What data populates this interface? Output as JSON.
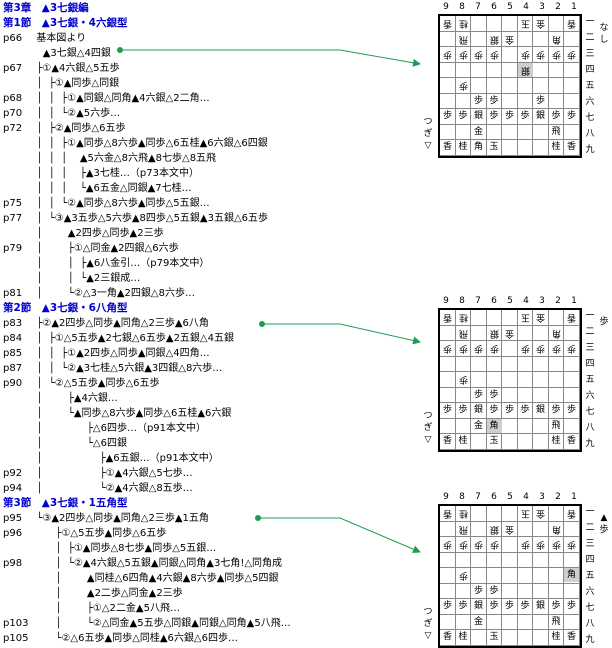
{
  "lines": [
    {
      "type": "hdr",
      "text": "第3章　▲3七銀編"
    },
    {
      "type": "hdr",
      "text": "第1節　▲3七銀・4六銀型"
    },
    {
      "page": "p66",
      "text": "  基本図より"
    },
    {
      "page": "",
      "text": "    ▲3七銀△4四銀"
    },
    {
      "page": "p67",
      "text": "  ├①▲4六銀△5五歩"
    },
    {
      "page": "",
      "text": "  │  ├①▲同歩△同銀"
    },
    {
      "page": "p68",
      "text": "  │  │  ├①▲同銀△同角▲4六銀△2二角…"
    },
    {
      "page": "p70",
      "text": "  │  │  └②▲5六歩…"
    },
    {
      "page": "p72",
      "text": "  │  ├②▲同歩△6五歩"
    },
    {
      "page": "",
      "text": "  │  │  ├①▲同歩△8六歩▲同歩△6五桂▲6六銀△6四銀"
    },
    {
      "page": "",
      "text": "  │  │  │    ▲5六金△8六飛▲8七歩△8五飛"
    },
    {
      "page": "",
      "text": "  │  │  │    ├▲3七桂…（p73本文中）"
    },
    {
      "page": "",
      "text": "  │  │  │    └▲6五金△同銀▲7七桂…"
    },
    {
      "page": "p75",
      "text": "  │  │  └②▲同歩△8六歩▲同歩△5五銀…"
    },
    {
      "page": "p77",
      "text": "  │  └③▲3五歩△5六歩▲8四歩△5五銀▲3五銀△6五歩"
    },
    {
      "page": "",
      "text": "  │        ▲2四歩△同歩▲2三歩"
    },
    {
      "page": "p79",
      "text": "  │        ├①△同金▲2四銀△6六歩"
    },
    {
      "page": "",
      "text": "  │        │  ├▲6八金引…（p79本文中）"
    },
    {
      "page": "",
      "text": "  │        │  └▲2三銀成…"
    },
    {
      "page": "p81",
      "text": "  │        └②△3一角▲2四銀△8六歩…"
    },
    {
      "type": "hdr",
      "text": "第2節　▲3七銀・6八角型"
    },
    {
      "page": "p83",
      "text": "  ├②▲2四歩△同歩▲同角△2三歩▲6八角"
    },
    {
      "page": "p84",
      "text": "  │  ├①△5五歩▲2七銀△6五歩▲2五銀△4五銀"
    },
    {
      "page": "p85",
      "text": "  │  │  ├①▲2四歩△同歩▲同銀△4四角…"
    },
    {
      "page": "p87",
      "text": "  │  │  └②▲3七桂△5六銀▲3四銀△8六歩…"
    },
    {
      "page": "p90",
      "text": "  │  └②△5五歩▲同歩△6五歩"
    },
    {
      "page": "",
      "text": "  │        ├▲4六銀…"
    },
    {
      "page": "",
      "text": "  │        └▲同歩△8六歩▲同歩△6五桂▲6六銀"
    },
    {
      "page": "",
      "text": "  │              ├△6四歩…（p91本文中）"
    },
    {
      "page": "",
      "text": "  │              └△6四銀"
    },
    {
      "page": "",
      "text": "  │                  ├▲6五銀…（p91本文中）"
    },
    {
      "page": "p92",
      "text": "  │                  ├①▲4六銀△5七歩…"
    },
    {
      "page": "p94",
      "text": "  │                  └②▲4六銀△8五歩…"
    },
    {
      "type": "hdr",
      "text": "第3節　▲3七銀・1五角型"
    },
    {
      "page": "p95",
      "text": "  └③▲2四歩△同歩▲同角△2三歩▲1五角"
    },
    {
      "page": "p96",
      "text": "        ├①△5五歩▲同歩△6五歩"
    },
    {
      "page": "",
      "text": "        │  ├①▲同歩△8七歩▲同歩△5五銀…"
    },
    {
      "page": "p98",
      "text": "        │  └②▲4六銀△5五銀▲同銀△同角▲3七角!△同角成"
    },
    {
      "page": "",
      "text": "        │        ▲同桂△6四角▲4六銀▲8六歩▲同歩△5四銀"
    },
    {
      "page": "",
      "text": "        │        ▲2二歩△同金▲2三歩"
    },
    {
      "page": "",
      "text": "        │        ├①△2二金▲5八飛…"
    },
    {
      "page": "p103",
      "text": "        │        └②△同金▲5五歩△同銀▲同銀△同角▲5八飛…"
    },
    {
      "page": "p105",
      "text": "        └②△6五歩▲同歩△同桂▲6六銀△6四歩…"
    }
  ],
  "boards": [
    {
      "files": [
        "9",
        "8",
        "7",
        "6",
        "5",
        "4",
        "3",
        "2",
        "1"
      ],
      "ranks": [
        "一",
        "二",
        "三",
        "四",
        "五",
        "六",
        "七",
        "八",
        "九"
      ],
      "gote_hand": [
        "な",
        "し"
      ],
      "sente_hand": [
        "つ",
        "ぎ",
        "▽"
      ],
      "pieces": [
        {
          "c": 9,
          "r": 1,
          "t": "香",
          "g": true
        },
        {
          "c": 8,
          "r": 1,
          "t": "桂",
          "g": true
        },
        {
          "c": 4,
          "r": 1,
          "t": "玉",
          "g": true
        },
        {
          "c": 3,
          "r": 1,
          "t": "金",
          "g": true
        },
        {
          "c": 1,
          "r": 1,
          "t": "香",
          "g": true
        },
        {
          "c": 8,
          "r": 2,
          "t": "飛",
          "g": true
        },
        {
          "c": 6,
          "r": 2,
          "t": "銀",
          "g": true
        },
        {
          "c": 5,
          "r": 2,
          "t": "金",
          "g": true
        },
        {
          "c": 2,
          "r": 2,
          "t": "角",
          "g": true
        },
        {
          "c": 9,
          "r": 3,
          "t": "歩",
          "g": true
        },
        {
          "c": 8,
          "r": 3,
          "t": "歩",
          "g": true
        },
        {
          "c": 7,
          "r": 3,
          "t": "歩",
          "g": true
        },
        {
          "c": 6,
          "r": 3,
          "t": "歩",
          "g": true
        },
        {
          "c": 4,
          "r": 3,
          "t": "歩",
          "g": true
        },
        {
          "c": 3,
          "r": 3,
          "t": "歩",
          "g": true
        },
        {
          "c": 2,
          "r": 3,
          "t": "歩",
          "g": true
        },
        {
          "c": 1,
          "r": 3,
          "t": "歩",
          "g": true
        },
        {
          "c": 4,
          "r": 4,
          "t": "銀",
          "g": true,
          "hl": true
        },
        {
          "c": 8,
          "r": 5,
          "t": "歩",
          "g": true
        },
        {
          "c": 7,
          "r": 6,
          "t": "歩",
          "g": false
        },
        {
          "c": 6,
          "r": 6,
          "t": "歩",
          "g": false
        },
        {
          "c": 3,
          "r": 6,
          "t": "歩",
          "g": false
        },
        {
          "c": 9,
          "r": 7,
          "t": "歩",
          "g": false
        },
        {
          "c": 8,
          "r": 7,
          "t": "歩",
          "g": false
        },
        {
          "c": 7,
          "r": 7,
          "t": "銀",
          "g": false
        },
        {
          "c": 6,
          "r": 7,
          "t": "歩",
          "g": false
        },
        {
          "c": 5,
          "r": 7,
          "t": "歩",
          "g": false
        },
        {
          "c": 4,
          "r": 7,
          "t": "歩",
          "g": false
        },
        {
          "c": 3,
          "r": 7,
          "t": "銀",
          "g": false
        },
        {
          "c": 2,
          "r": 7,
          "t": "歩",
          "g": false
        },
        {
          "c": 1,
          "r": 7,
          "t": "歩",
          "g": false
        },
        {
          "c": 7,
          "r": 8,
          "t": "金",
          "g": false
        },
        {
          "c": 2,
          "r": 8,
          "t": "飛",
          "g": false
        },
        {
          "c": 9,
          "r": 9,
          "t": "香",
          "g": false
        },
        {
          "c": 8,
          "r": 9,
          "t": "桂",
          "g": false
        },
        {
          "c": 7,
          "r": 9,
          "t": "角",
          "g": false
        },
        {
          "c": 6,
          "r": 9,
          "t": "玉",
          "g": false
        },
        {
          "c": 2,
          "r": 9,
          "t": "桂",
          "g": false
        },
        {
          "c": 1,
          "r": 9,
          "t": "香",
          "g": false
        }
      ]
    },
    {
      "files": [
        "9",
        "8",
        "7",
        "6",
        "5",
        "4",
        "3",
        "2",
        "1"
      ],
      "ranks": [
        "一",
        "二",
        "三",
        "四",
        "五",
        "六",
        "七",
        "八",
        "九"
      ],
      "gote_hand": [
        "歩"
      ],
      "sente_hand": [
        "つ",
        "ぎ",
        "▽"
      ],
      "pieces": [
        {
          "c": 9,
          "r": 1,
          "t": "香",
          "g": true
        },
        {
          "c": 8,
          "r": 1,
          "t": "桂",
          "g": true
        },
        {
          "c": 4,
          "r": 1,
          "t": "玉",
          "g": true
        },
        {
          "c": 3,
          "r": 1,
          "t": "金",
          "g": true
        },
        {
          "c": 1,
          "r": 1,
          "t": "香",
          "g": true
        },
        {
          "c": 8,
          "r": 2,
          "t": "飛",
          "g": true
        },
        {
          "c": 6,
          "r": 2,
          "t": "銀",
          "g": true
        },
        {
          "c": 5,
          "r": 2,
          "t": "金",
          "g": true
        },
        {
          "c": 2,
          "r": 2,
          "t": "角",
          "g": true
        },
        {
          "c": 9,
          "r": 3,
          "t": "歩",
          "g": true
        },
        {
          "c": 8,
          "r": 3,
          "t": "歩",
          "g": true
        },
        {
          "c": 7,
          "r": 3,
          "t": "歩",
          "g": true
        },
        {
          "c": 6,
          "r": 3,
          "t": "歩",
          "g": true
        },
        {
          "c": 4,
          "r": 3,
          "t": "歩",
          "g": true
        },
        {
          "c": 3,
          "r": 3,
          "t": "歩",
          "g": true
        },
        {
          "c": 2,
          "r": 3,
          "t": "歩",
          "g": true
        },
        {
          "c": 1,
          "r": 3,
          "t": "歩",
          "g": true
        },
        {
          "c": 8,
          "r": 5,
          "t": "歩",
          "g": true
        },
        {
          "c": 7,
          "r": 6,
          "t": "歩",
          "g": false
        },
        {
          "c": 6,
          "r": 6,
          "t": "歩",
          "g": false
        },
        {
          "c": 9,
          "r": 7,
          "t": "歩",
          "g": false
        },
        {
          "c": 8,
          "r": 7,
          "t": "歩",
          "g": false
        },
        {
          "c": 7,
          "r": 7,
          "t": "銀",
          "g": false
        },
        {
          "c": 6,
          "r": 7,
          "t": "歩",
          "g": false
        },
        {
          "c": 5,
          "r": 7,
          "t": "歩",
          "g": false
        },
        {
          "c": 4,
          "r": 7,
          "t": "歩",
          "g": false
        },
        {
          "c": 3,
          "r": 7,
          "t": "銀",
          "g": false
        },
        {
          "c": 2,
          "r": 7,
          "t": "歩",
          "g": false
        },
        {
          "c": 1,
          "r": 7,
          "t": "歩",
          "g": false
        },
        {
          "c": 6,
          "r": 8,
          "t": "角",
          "g": false,
          "hl": true
        },
        {
          "c": 7,
          "r": 8,
          "t": "金",
          "g": false
        },
        {
          "c": 2,
          "r": 8,
          "t": "飛",
          "g": false
        },
        {
          "c": 9,
          "r": 9,
          "t": "香",
          "g": false
        },
        {
          "c": 8,
          "r": 9,
          "t": "桂",
          "g": false
        },
        {
          "c": 6,
          "r": 9,
          "t": "玉",
          "g": false
        },
        {
          "c": 2,
          "r": 9,
          "t": "桂",
          "g": false
        },
        {
          "c": 1,
          "r": 9,
          "t": "香",
          "g": false
        }
      ]
    },
    {
      "files": [
        "9",
        "8",
        "7",
        "6",
        "5",
        "4",
        "3",
        "2",
        "1"
      ],
      "ranks": [
        "一",
        "二",
        "三",
        "四",
        "五",
        "六",
        "七",
        "八",
        "九"
      ],
      "gote_hand": [
        "▲",
        "歩"
      ],
      "sente_hand": [
        "つ",
        "ぎ",
        "▽"
      ],
      "pieces": [
        {
          "c": 9,
          "r": 1,
          "t": "香",
          "g": true
        },
        {
          "c": 8,
          "r": 1,
          "t": "桂",
          "g": true
        },
        {
          "c": 4,
          "r": 1,
          "t": "玉",
          "g": true
        },
        {
          "c": 3,
          "r": 1,
          "t": "金",
          "g": true
        },
        {
          "c": 1,
          "r": 1,
          "t": "香",
          "g": true
        },
        {
          "c": 8,
          "r": 2,
          "t": "飛",
          "g": true
        },
        {
          "c": 6,
          "r": 2,
          "t": "銀",
          "g": true
        },
        {
          "c": 5,
          "r": 2,
          "t": "金",
          "g": true
        },
        {
          "c": 2,
          "r": 2,
          "t": "角",
          "g": true
        },
        {
          "c": 9,
          "r": 3,
          "t": "歩",
          "g": true
        },
        {
          "c": 8,
          "r": 3,
          "t": "歩",
          "g": true
        },
        {
          "c": 7,
          "r": 3,
          "t": "歩",
          "g": true
        },
        {
          "c": 6,
          "r": 3,
          "t": "歩",
          "g": true
        },
        {
          "c": 4,
          "r": 3,
          "t": "歩",
          "g": true
        },
        {
          "c": 3,
          "r": 3,
          "t": "歩",
          "g": true
        },
        {
          "c": 2,
          "r": 3,
          "t": "歩",
          "g": true
        },
        {
          "c": 1,
          "r": 3,
          "t": "歩",
          "g": true
        },
        {
          "c": 8,
          "r": 5,
          "t": "歩",
          "g": true
        },
        {
          "c": 1,
          "r": 5,
          "t": "角",
          "g": false,
          "hl": true
        },
        {
          "c": 7,
          "r": 6,
          "t": "歩",
          "g": false
        },
        {
          "c": 6,
          "r": 6,
          "t": "歩",
          "g": false
        },
        {
          "c": 9,
          "r": 7,
          "t": "歩",
          "g": false
        },
        {
          "c": 8,
          "r": 7,
          "t": "歩",
          "g": false
        },
        {
          "c": 7,
          "r": 7,
          "t": "銀",
          "g": false
        },
        {
          "c": 6,
          "r": 7,
          "t": "歩",
          "g": false
        },
        {
          "c": 5,
          "r": 7,
          "t": "歩",
          "g": false
        },
        {
          "c": 4,
          "r": 7,
          "t": "歩",
          "g": false
        },
        {
          "c": 3,
          "r": 7,
          "t": "銀",
          "g": false
        },
        {
          "c": 2,
          "r": 7,
          "t": "歩",
          "g": false
        },
        {
          "c": 1,
          "r": 7,
          "t": "歩",
          "g": false
        },
        {
          "c": 7,
          "r": 8,
          "t": "金",
          "g": false
        },
        {
          "c": 2,
          "r": 8,
          "t": "飛",
          "g": false
        },
        {
          "c": 9,
          "r": 9,
          "t": "香",
          "g": false
        },
        {
          "c": 8,
          "r": 9,
          "t": "桂",
          "g": false
        },
        {
          "c": 6,
          "r": 9,
          "t": "玉",
          "g": false
        },
        {
          "c": 2,
          "r": 9,
          "t": "桂",
          "g": false
        },
        {
          "c": 1,
          "r": 9,
          "t": "香",
          "g": false
        }
      ]
    }
  ],
  "colors": {
    "header": "#0000cc",
    "arrow": "#1f9c52",
    "highlight": "#cfcfcf"
  }
}
